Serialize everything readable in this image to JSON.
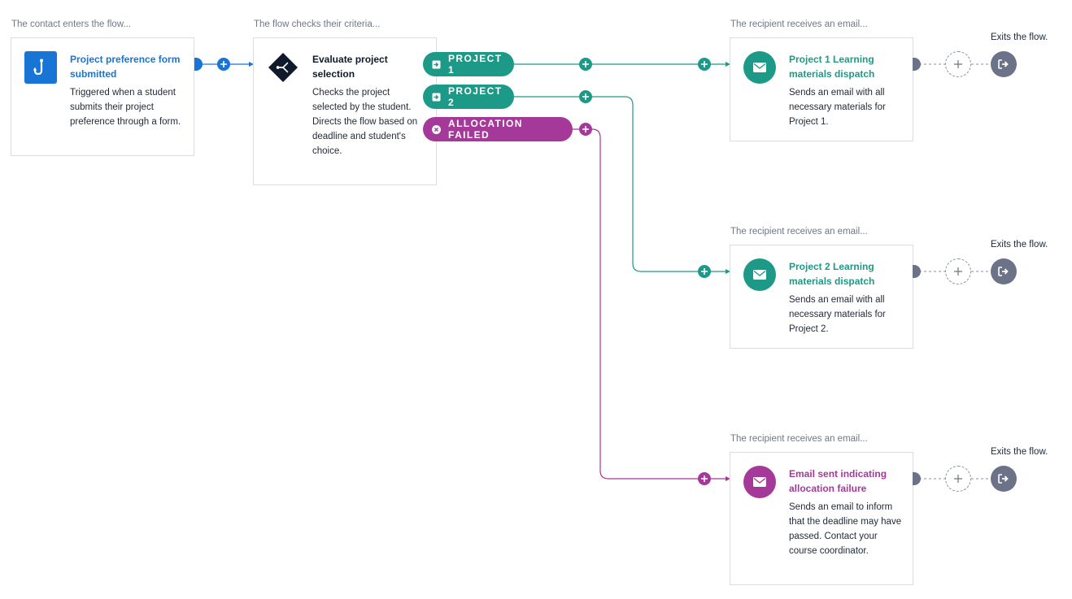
{
  "captions": {
    "trigger": "The contact enters the flow...",
    "condition": "The flow checks their criteria...",
    "email1": "The recipient receives an email...",
    "email2": "The recipient receives an email...",
    "email3": "The recipient receives an email..."
  },
  "exits": [
    "Exits the flow.",
    "Exits the flow.",
    "Exits the flow."
  ],
  "trigger": {
    "title": "Project preference form submitted",
    "description": "Triggered when a student submits their project preference through a form.",
    "icon": "hook-icon"
  },
  "condition": {
    "title": "Evaluate project selection",
    "description": "Checks the project selected by the student. Directs the flow based on deadline and student's choice.",
    "icon": "branch-icon"
  },
  "branches": [
    {
      "label": "PROJECT 1",
      "icon": "arrow-in-icon"
    },
    {
      "label": "PROJECT 2",
      "icon": "arrow-in-icon"
    },
    {
      "label": "ALLOCATION FAILED",
      "icon": "x-circle-icon"
    }
  ],
  "emails": [
    {
      "title": "Project 1 Learning materials dispatch",
      "description": "Sends an email with all necessary materials for Project 1.",
      "icon": "envelope-icon"
    },
    {
      "title": "Project 2 Learning materials dispatch",
      "description": "Sends an email with all necessary materials for Project 2.",
      "icon": "envelope-icon"
    },
    {
      "title": "Email sent indicating allocation failure",
      "description": "Sends an email to inform that the deadline may have passed. Contact your course coordinator.",
      "icon": "envelope-icon"
    }
  ],
  "colors": {
    "trigger_blue": "#1874d5",
    "condition_dark": "#0f1b2d",
    "teal": "#1d9a87",
    "purple": "#a5399a",
    "exit_gray": "#6c7288",
    "caption_gray": "#707787"
  }
}
